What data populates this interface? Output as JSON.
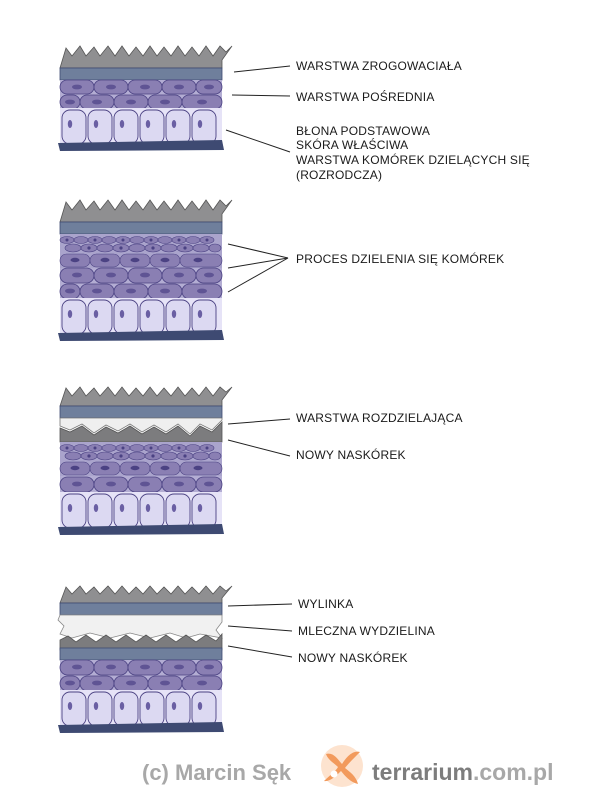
{
  "panels": [
    {
      "id": "skin-layers",
      "labels": [
        "WARSTWA ZROGOWACIAŁA",
        "WARSTWA POŚREDNIA",
        "BŁONA PODSTAWOWA",
        "SKÓRA WŁAŚCIWA",
        "WARSTWA KOMÓREK DZIELĄCYCH SIĘ",
        "(ROZRODCZA)"
      ]
    },
    {
      "id": "cell-division",
      "labels": [
        "PROCES DZIELENIA SIĘ KOMÓREK"
      ]
    },
    {
      "id": "separation",
      "labels": [
        "WARSTWA ROZDZIELAJĄCA",
        "NOWY NASKÓREK"
      ]
    },
    {
      "id": "shedding",
      "labels": [
        "WYLINKA",
        "MLECZNA WYDZIELINA",
        "NOWY NASKÓREK"
      ]
    }
  ],
  "footer": {
    "author": "(c) Marcin Sęk",
    "site_name": "terrarium",
    "site_domain": ".com.pl"
  },
  "colors": {
    "keratin": "#8f8f91",
    "keratin_dark": "#6e6e70",
    "blue_band": "#6f7f9c",
    "intermediate_cell": "#8a7fb3",
    "intermediate_cell_dark": "#5f5494",
    "basal_cell": "#dcd9f2",
    "basal_nucleus": "#6a5fa3",
    "membrane": "#3e4a72",
    "milky": "#f1f1f1",
    "logo_orange": "#f29a5c"
  }
}
